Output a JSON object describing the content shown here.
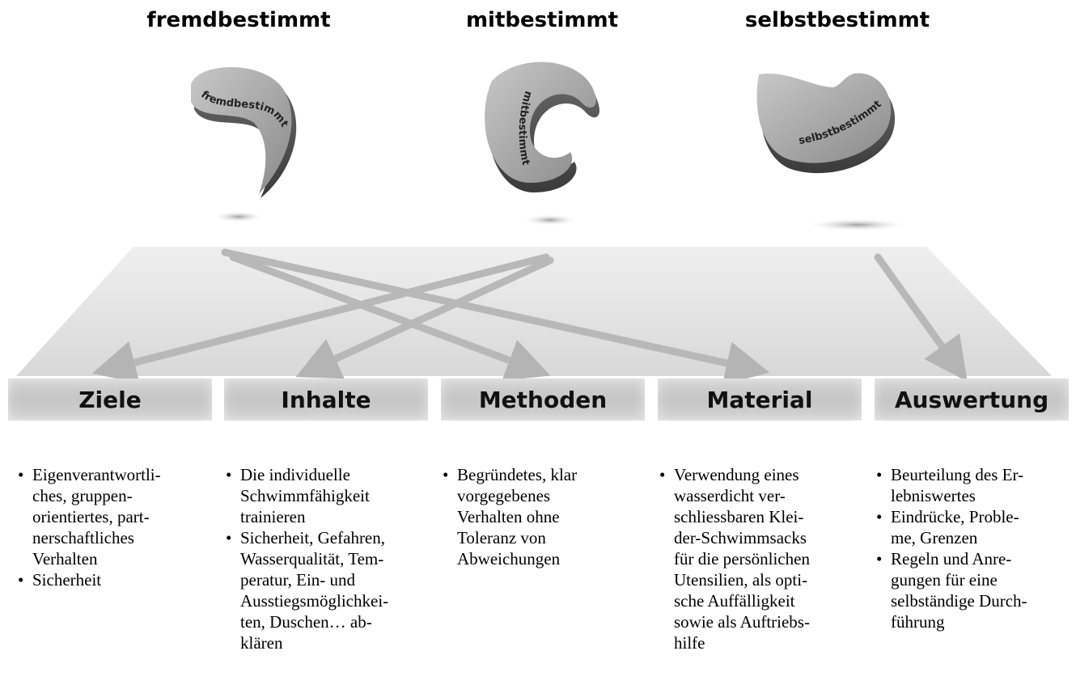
{
  "headings": {
    "fremd": "fremdbestimmt",
    "mit": "mitbestimmt",
    "selbst": "selbstbestimmt"
  },
  "shapes": {
    "fremd": "fremdbestimmt",
    "mit": "mitbestimmt",
    "selbst": "selbstbestimmt"
  },
  "categories": {
    "ziele": "Ziele",
    "inhalte": "Inhalte",
    "methoden": "Methoden",
    "material": "Material",
    "auswertung": "Auswertung"
  },
  "lists": {
    "ziele": [
      "Eigenverantwortli-\nches, gruppen-\norientiertes, part-\nnerschaftliches\nVerhalten",
      "Sicherheit"
    ],
    "inhalte": [
      "Die individuelle\nSchwimmfähigkeit\ntrainieren",
      "Sicherheit, Gefahren,\nWasserqualität, Tem-\nperatur, Ein- und\nAusstiegsmöglichkei-\nten, Duschen… ab-\nklären"
    ],
    "methoden": [
      "Begründetes, klar\nvorgegebenes\nVerhalten ohne\nToleranz von\nAbweichungen"
    ],
    "material": [
      "Verwendung eines\nwasserdicht ver-\nschliessbaren Klei-\nder-Schwimmsacks\nfür die persönlichen\nUtensilien, als opti-\nsche Auffälligkeit\nsowie als Auftriebs-\nhilfe"
    ],
    "auswertung": [
      "Beurteilung des Er-\nlebniswertes",
      "Eindrücke, Proble-\nme, Grenzen",
      "Regeln und Anre-\ngungen  für eine\nselbständige Durch-\nführung"
    ]
  },
  "colors": {
    "platform": "#dcdcdc",
    "arrow": "#b4b4b4",
    "box": "#cccccc",
    "shape_top": "#9a9a9a",
    "shape_side": "#555555"
  }
}
